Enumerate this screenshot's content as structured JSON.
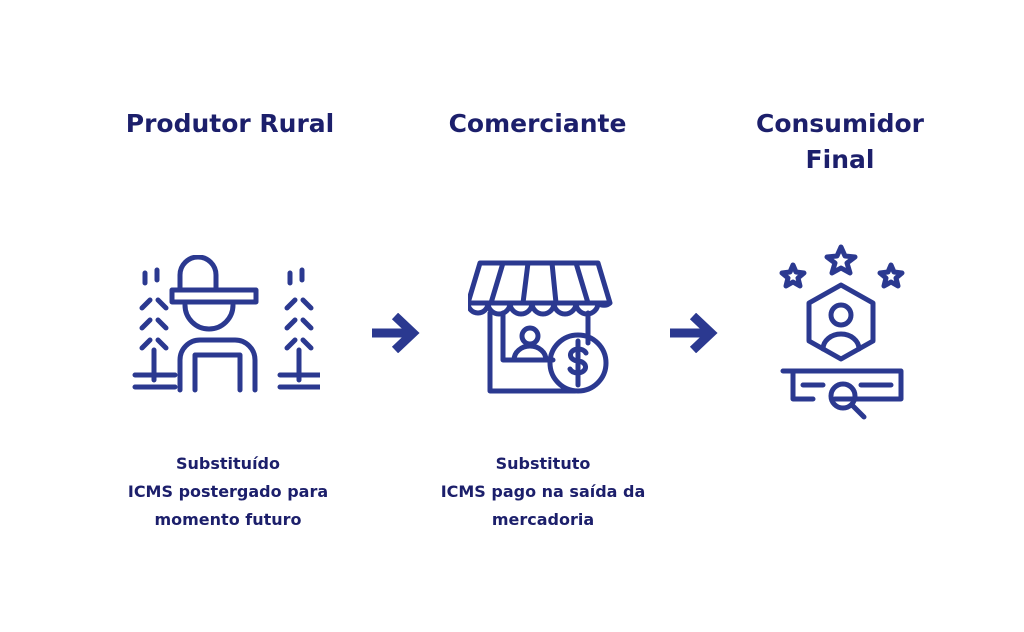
{
  "stages": [
    {
      "title": "Produtor Rural",
      "role": "Substituído",
      "desc": "ICMS postergado para momento futuro",
      "icon": "farmer-icon"
    },
    {
      "title": "Comerciante",
      "role": "Substituto",
      "desc": "ICMS pago na saída da mercadoria",
      "icon": "store-icon"
    },
    {
      "title": "Consumidor Final",
      "icon": "customer-review-icon"
    }
  ],
  "colors": {
    "icon": "#2b3990",
    "text": "#1c1f6b"
  }
}
